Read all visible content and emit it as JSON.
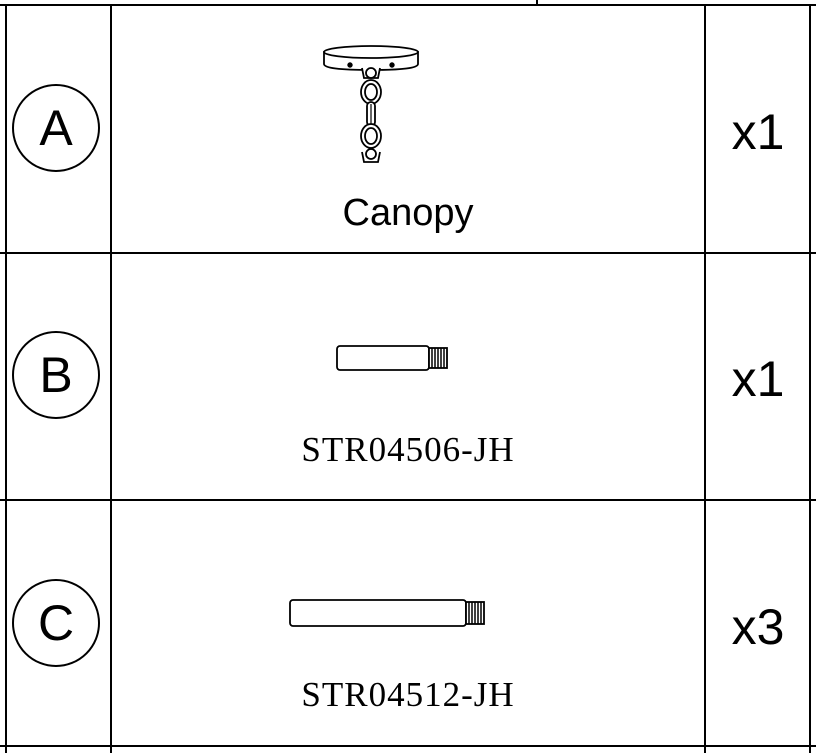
{
  "parts": [
    {
      "letter": "A",
      "name": "Canopy",
      "qty": "x1",
      "icon": "canopy-with-chain-icon"
    },
    {
      "letter": "B",
      "name": "STR04506-JH",
      "qty": "x1",
      "icon": "short-threaded-rod-icon"
    },
    {
      "letter": "C",
      "name": "STR04512-JH",
      "qty": "x3",
      "icon": "long-threaded-rod-icon"
    }
  ]
}
